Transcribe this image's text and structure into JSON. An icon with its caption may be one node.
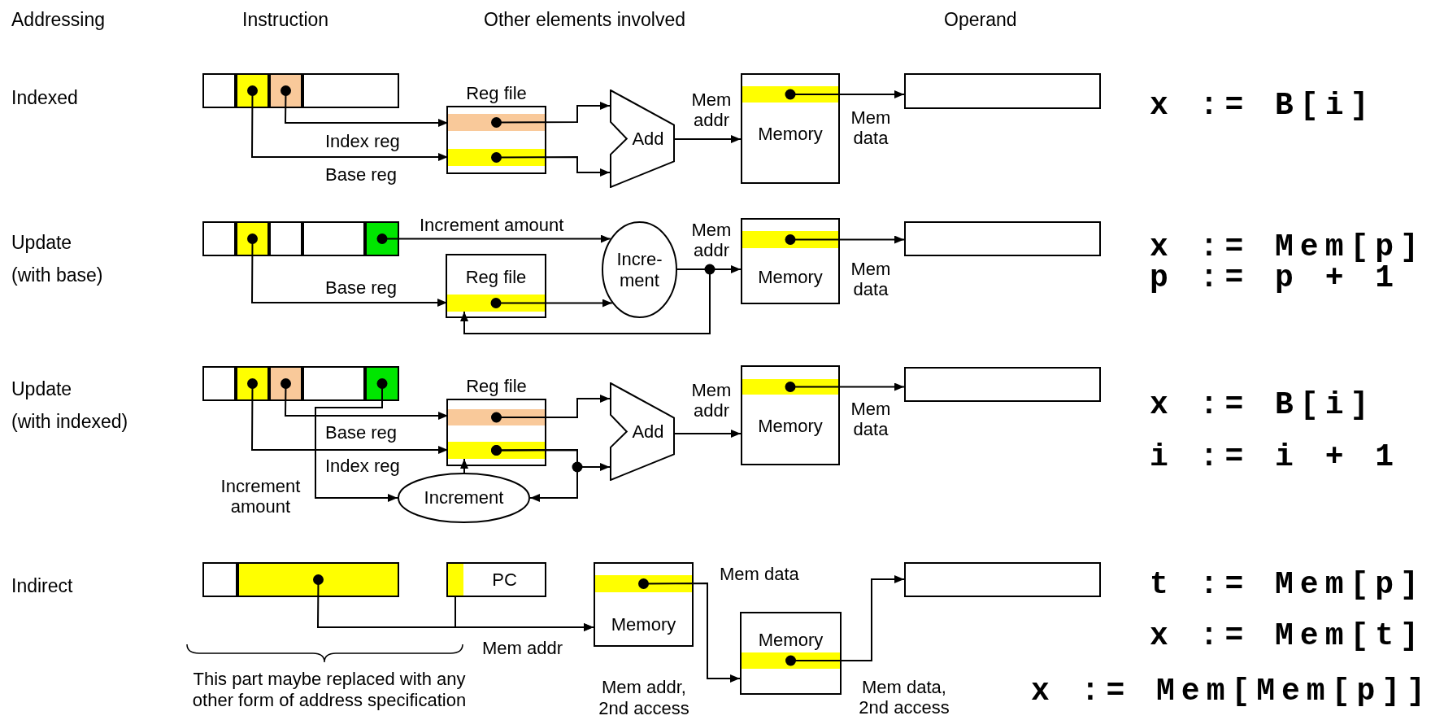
{
  "diagram": {
    "nodes": [
      {
        "text": [],
        "shape": "box"
      },
      {
        "text": [],
        "shape": "box",
        "in": 0
      },
      {
        "text": [],
        "shape": "box",
        "in": 0
      },
      {
        "text": [],
        "shape": "box",
        "in": 0
      },
      {
        "text": [],
        "shape": "box",
        "in": 0
      },
      {
        "text": [
          "Reg file"
        ]
      },
      {
        "text": [],
        "shape": "bar",
        "in": 5
      },
      {
        "text": [],
        "shape": "bar",
        "in": 5
      },
      {
        "text": [
          "Add"
        ]
      },
      {
        "text": [
          "Memory"
        ]
      },
      {
        "text": [],
        "shape": "bar",
        "in": 9
      },
      {
        "text": [],
        "shape": "box"
      },
      {
        "text": [],
        "shape": "box"
      },
      {
        "text": [],
        "shape": "box",
        "in": 12
      },
      {
        "text": [],
        "shape": "box",
        "in": 12
      },
      {
        "text": [],
        "shape": "box",
        "in": 12
      },
      {
        "text": [],
        "shape": "box",
        "in": 12
      },
      {
        "text": [],
        "shape": "box",
        "in": 12
      },
      {
        "text": [
          "Reg file"
        ]
      },
      {
        "text": [],
        "shape": "bar",
        "in": 18
      },
      {
        "text": [
          "Incre- ment"
        ]
      },
      {
        "text": [
          "Memory"
        ]
      },
      {
        "text": [],
        "shape": "bar",
        "in": 21
      },
      {
        "text": [],
        "shape": "box"
      },
      {
        "text": [],
        "shape": "box"
      },
      {
        "text": [],
        "shape": "box",
        "in": 24
      },
      {
        "text": [],
        "shape": "box",
        "in": 24
      },
      {
        "text": [],
        "shape": "box",
        "in": 24
      },
      {
        "text": [],
        "shape": "box",
        "in": 24
      },
      {
        "text": [],
        "shape": "box",
        "in": 24
      },
      {
        "text": [
          "Reg file"
        ]
      },
      {
        "text": [],
        "shape": "bar",
        "in": 30
      },
      {
        "text": [],
        "shape": "bar",
        "in": 30
      },
      {
        "text": [
          "Add"
        ]
      },
      {
        "text": [
          "Increment"
        ]
      },
      {
        "text": [
          "Memory"
        ]
      },
      {
        "text": [],
        "shape": "bar",
        "in": 35
      },
      {
        "text": [],
        "shape": "box"
      },
      {
        "text": [],
        "shape": "box"
      },
      {
        "text": [],
        "shape": "box",
        "in": 38
      },
      {
        "text": [],
        "shape": "box",
        "in": 38
      },
      {
        "text": [
          "PC"
        ]
      },
      {
        "text": [],
        "shape": "bar",
        "in": 41
      },
      {
        "text": [
          "Memory"
        ]
      },
      {
        "text": [],
        "shape": "bar",
        "in": 43
      },
      {
        "text": [
          "Memory"
        ]
      },
      {
        "text": [],
        "shape": "bar",
        "in": 45
      },
      {
        "text": [],
        "shape": "box"
      }
    ],
    "edges": [
      {
        "from": 3,
        "to": 6,
        "arrow": "to",
        "label": "Index reg"
      },
      {
        "from": 2,
        "to": 7,
        "arrow": "to",
        "label": "Base reg"
      },
      {
        "from": 6,
        "to": 8,
        "arrow": "to"
      },
      {
        "from": 7,
        "to": 8,
        "arrow": "to"
      },
      {
        "from": 8,
        "to": 9,
        "arrow": "to",
        "label": "Mem addr"
      },
      {
        "from": 10,
        "to": 11,
        "arrow": "to",
        "label": "Mem data"
      },
      {
        "from": 17,
        "to": 20,
        "arrow": "to",
        "label": "Increment amount"
      },
      {
        "from": 14,
        "to": 19,
        "arrow": "to",
        "label": "Base reg"
      },
      {
        "from": 19,
        "to": 20,
        "arrow": "to"
      },
      {
        "from": 20,
        "to": 21,
        "arrow": "to",
        "label": "Mem addr"
      },
      {
        "from": 20,
        "to": 19,
        "arrow": "to"
      },
      {
        "from": 22,
        "to": 23,
        "arrow": "to",
        "label": "Mem data"
      },
      {
        "from": 27,
        "to": 31,
        "arrow": "to",
        "label": "Base reg"
      },
      {
        "from": 26,
        "to": 32,
        "arrow": "to",
        "label": "Index reg"
      },
      {
        "from": 29,
        "to": 34,
        "arrow": "to",
        "label": "Increment amount"
      },
      {
        "from": 31,
        "to": 33,
        "arrow": "to"
      },
      {
        "from": 32,
        "to": 33,
        "arrow": "to"
      },
      {
        "from": 32,
        "to": 34,
        "arrow": "to"
      },
      {
        "from": 34,
        "to": 32,
        "arrow": "to"
      },
      {
        "from": 33,
        "to": 35,
        "arrow": "to",
        "label": "Mem addr"
      },
      {
        "from": 36,
        "to": 37,
        "arrow": "to",
        "label": "Mem data"
      },
      {
        "from": 40,
        "to": 43,
        "arrow": "to",
        "label": "Mem addr"
      },
      {
        "from": 42,
        "to": 43,
        "arrow": "to"
      },
      {
        "from": 44,
        "to": 45,
        "arrow": "to",
        "label": "Mem data"
      },
      {
        "from": 46,
        "to": 47,
        "arrow": "to",
        "label": "Mem data, 2nd access"
      }
    ],
    "labels": [
      "Addressing",
      "Instruction",
      "Other elements involved",
      "Operand",
      "Indexed",
      "x := B[i]",
      "Update (with base)",
      "x := Mem[p]",
      "p := p + 1",
      "Update (with indexed)",
      "x := B[i]",
      "i := i + 1",
      "Indirect",
      "t := Mem[p]",
      "x := Mem[t]",
      "Mem addr, 2nd access",
      "x := Mem[Mem[p]]",
      "This part maybe replaced with any other form of address specification"
    ]
  }
}
